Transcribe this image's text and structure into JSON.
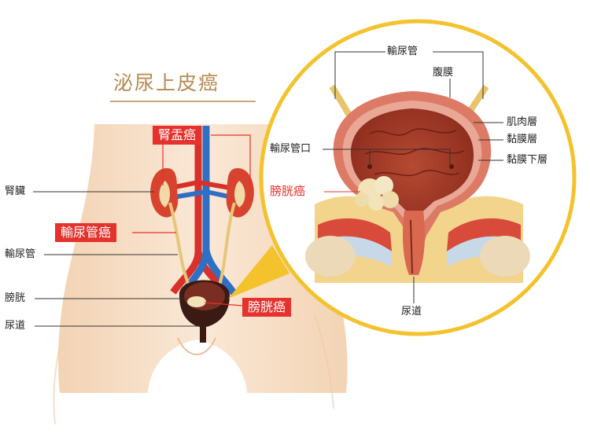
{
  "title": "泌尿上皮癌",
  "body_labels": {
    "kidney": "腎臟",
    "ureter": "輸尿管",
    "bladder": "膀胱",
    "urethra": "尿道"
  },
  "cancer_tags": {
    "renal_pelvis": "腎盂癌",
    "ureter": "輸尿管癌",
    "bladder": "膀胱癌"
  },
  "detail_labels": {
    "ureter": "輸尿管",
    "peritoneum": "腹膜",
    "muscle_layer": "肌肉層",
    "mucosa_layer": "黏膜層",
    "submucosa_layer": "黏膜下層",
    "ureteral_orifice": "輸尿管口",
    "bladder_cancer": "膀胱癌",
    "urethra": "尿道"
  },
  "colors": {
    "title": "#b58a4e",
    "tag": "#e5322d",
    "ring": "#f3c22c",
    "skin": "#f6dcc2",
    "artery": "#d9302a",
    "vein": "#2f6fc4",
    "tumor": "#f2e3b8"
  }
}
